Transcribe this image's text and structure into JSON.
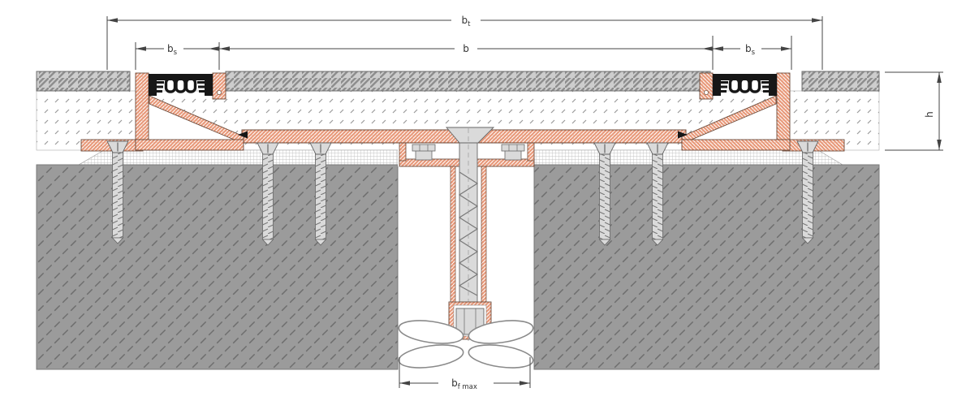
{
  "drawing": {
    "kind": "expansion-joint-profile-cross-section"
  },
  "dimensions": {
    "bt": {
      "main": "b",
      "sub": "t"
    },
    "b": {
      "main": "b",
      "sub": ""
    },
    "bs_left": {
      "main": "b",
      "sub": "s"
    },
    "bs_right": {
      "main": "b",
      "sub": "s"
    },
    "h": {
      "main": "h",
      "sub": ""
    },
    "bf_max": {
      "main": "b",
      "sub": "f max"
    }
  },
  "colors": {
    "profile": "#e8997a",
    "profileline": "#6b4a3a",
    "gasket": "#171717",
    "tile": "#cdcdcd",
    "tileline": "#8e8e8e",
    "concrete": "#9b9b9b",
    "concreteline": "#6e6e6e",
    "metal": "#dadada",
    "metalline": "#666666",
    "dim": "#444444",
    "edge": "#777777"
  },
  "components": {
    "left_profile": "joint-profile-left",
    "right_profile": "joint-profile-right",
    "gasket": "rubber-bellows-gasket",
    "rail": "center-cover-rail",
    "screws": "countersunk-anchor-screws",
    "center_bolt": "central-threaded-rod",
    "loops": "spring-anchor-loops",
    "layers": "tile-screed-mortar-concrete"
  }
}
